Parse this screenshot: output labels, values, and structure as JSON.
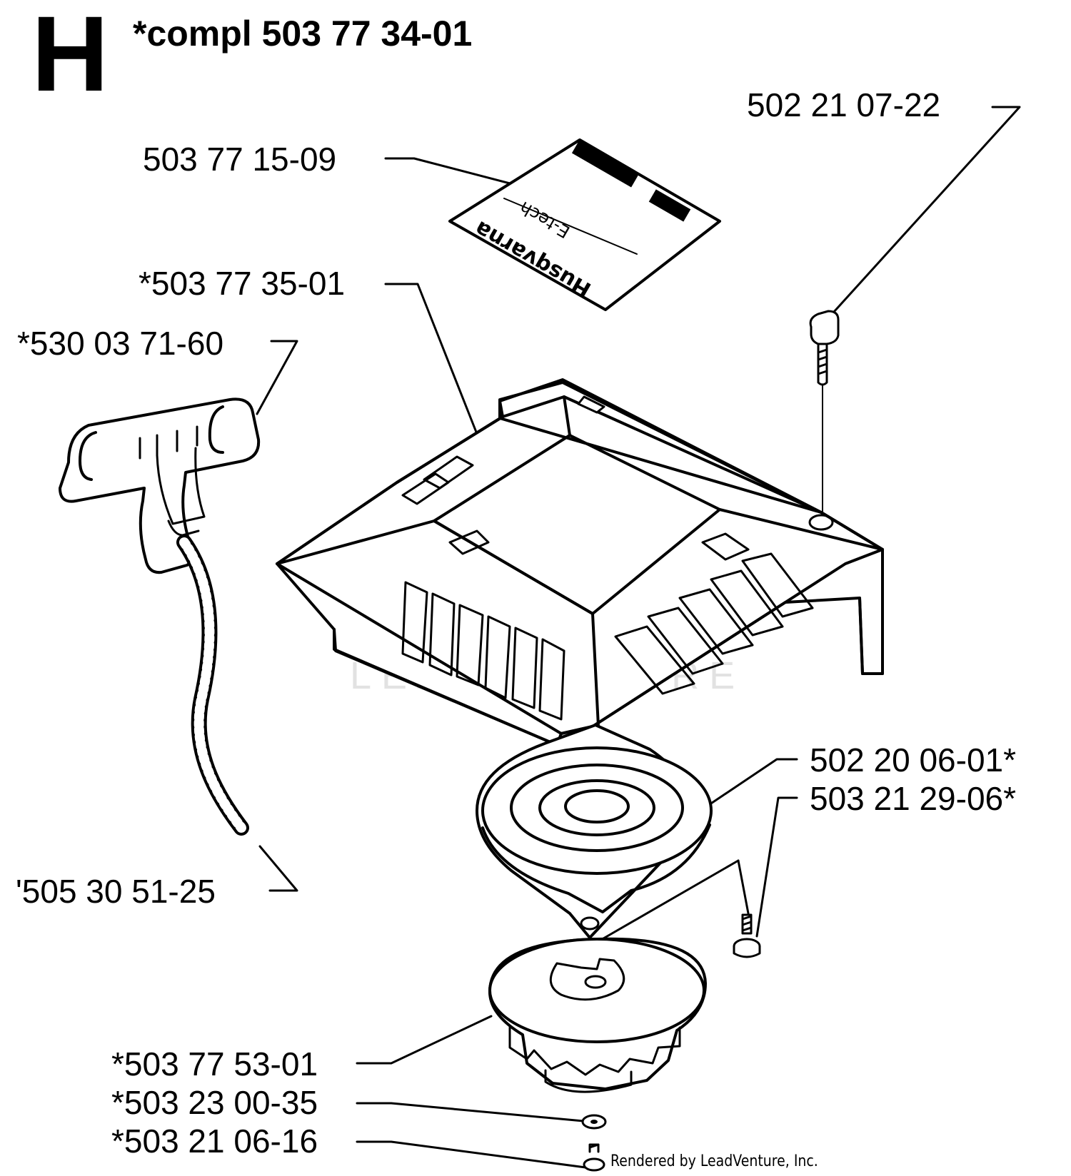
{
  "header": {
    "section_letter": "H",
    "assembly_label": "*compl 503 77 34-01"
  },
  "decal": {
    "brand_text": "Husqvarna",
    "model_text": "E-tech"
  },
  "parts": [
    {
      "id": "p1",
      "label": "502 21 07-22"
    },
    {
      "id": "p2",
      "label": "503 77 15-09"
    },
    {
      "id": "p3",
      "label": "*503 77 35-01"
    },
    {
      "id": "p4",
      "label": "*530 03 71-60"
    },
    {
      "id": "p5",
      "label": "502 20 06-01*"
    },
    {
      "id": "p6",
      "label": "503 21 29-06*"
    },
    {
      "id": "p7",
      "label": "'505 30 51-25"
    },
    {
      "id": "p8",
      "label": "*503 77 53-01"
    },
    {
      "id": "p9",
      "label": "*503 23 00-35"
    },
    {
      "id": "p10",
      "label": "*503 21 06-16"
    }
  ],
  "watermark": "LEADVENTURE",
  "credit": "Rendered by LeadVenture, Inc."
}
